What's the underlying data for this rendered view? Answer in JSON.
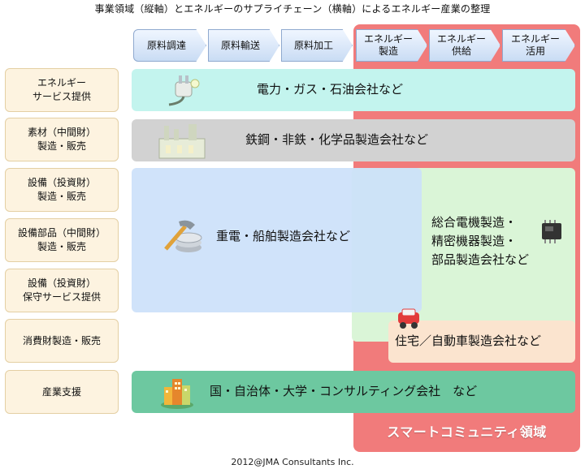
{
  "title": "事業領域（縦軸）とエネルギーのサプライチェーン（横軸）によるエネルギー産業の整理",
  "supply_chain": [
    {
      "label": "原料調達"
    },
    {
      "label": "原料輸送"
    },
    {
      "label": "原料加工"
    },
    {
      "label": "エネルギー\n製造"
    },
    {
      "label": "エネルギー\n供給"
    },
    {
      "label": "エネルギー\n活用"
    }
  ],
  "business_areas": [
    {
      "label": "エネルギー\nサービス提供"
    },
    {
      "label": "素材（中間財）\n製造・販売"
    },
    {
      "label": "設備（投資財）\n製造・販売"
    },
    {
      "label": "設備部品（中間財）\n製造・販売"
    },
    {
      "label": "設備（投資財）\n保守サービス提供"
    },
    {
      "label": "消費財製造・販売"
    },
    {
      "label": "産業支援"
    }
  ],
  "bands": {
    "energy": "電力・ガス・石油会社など",
    "materials": "鉄鋼・非鉄・化学品製造会社など",
    "heavy": "重電・船舶製造会社など",
    "machinery": "総合電機製造・\n精密機器製造・\n部品製造会社など",
    "house": "住宅／自動車製造会社など",
    "support": "国・自治体・大学・コンサルティング会社　など"
  },
  "smart_community": "スマートコミュニティ領域",
  "footer": "2012@JMA Consultants Inc.",
  "colors": {
    "smart_region": "#f17b7b",
    "energy_band": "#c3f4ee",
    "materials_band": "#d2d2d2",
    "heavy_band": "#cce1fa",
    "machinery_band": "#daf5d7",
    "house_band": "#fbe4cf",
    "support_band": "#6dc8a0",
    "axis_label_bg": "#fdf3e0",
    "arrow_fill": "#c9dcf4"
  },
  "icons": [
    "plug-icon",
    "factory-icon",
    "hammer-coins-icon",
    "chip-icon",
    "car-icon",
    "buildings-icon"
  ]
}
